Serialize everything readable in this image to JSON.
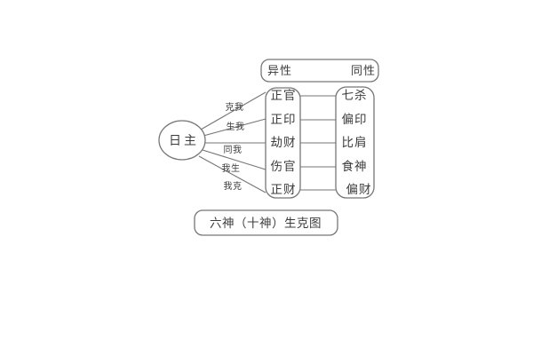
{
  "diagram": {
    "caption": "六神（十神）生克图",
    "day_master": "日主",
    "header": {
      "opposite_gender": "异性",
      "same_gender": "同性"
    },
    "rows": [
      {
        "relation": "克我",
        "opposite": "正官",
        "same": "七杀"
      },
      {
        "relation": "生我",
        "opposite": "正印",
        "same": "偏印"
      },
      {
        "relation": "同我",
        "opposite": "劫财",
        "same": "比肩"
      },
      {
        "relation": "我生",
        "opposite": "伤官",
        "same": "食神"
      },
      {
        "relation": "我克",
        "opposite": "正财",
        "same": "偏财"
      }
    ],
    "colors": {
      "stroke": "#767676",
      "text": "#3c3c3c",
      "background": "#ffffff"
    }
  }
}
